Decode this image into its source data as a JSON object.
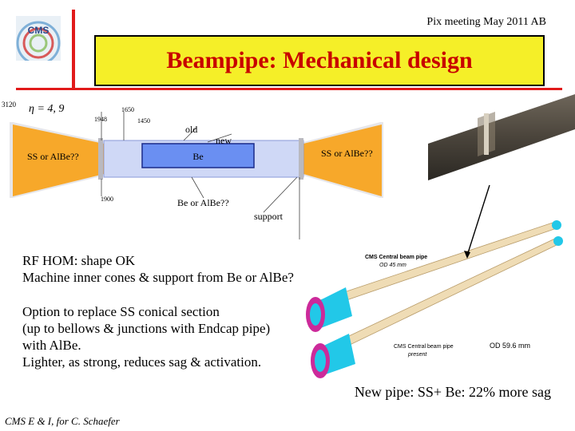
{
  "header_note": "Pix meeting May 2011 AB",
  "logo_text": "CMS",
  "title": "Beampipe: Mechanical design",
  "diagram": {
    "eta_label": "η = 4, 9",
    "dim_3120": "3120",
    "dim_1948": "1948",
    "dim_1650": "1650",
    "dim_1450": "1450",
    "dim_1900": "1900",
    "label_old": "old",
    "label_new": "new",
    "label_be": "Be",
    "label_left_cone": "SS or AlBe??",
    "label_right_cone": "SS or AlBe??",
    "label_be_or_albe": "Be or AlBe??",
    "label_support": "support"
  },
  "pipes_image": {
    "upper_label": "CMS Central beam pipe",
    "upper_sublabel": "OD 45 mm",
    "lower_label": "CMS Central beam pipe",
    "lower_sublabel": "present",
    "lower_od": "OD 59.6 mm"
  },
  "body": {
    "p1_line1": "RF HOM: shape OK",
    "p1_line2": "Machine inner cones & support from Be or AlBe?",
    "p2_line1": "Option to replace SS conical section",
    "p2_line2": "(up to bellows & junctions with Endcap pipe)",
    "p2_line3": "with AlBe.",
    "p2_line4": "Lighter, as strong, reduces sag & activation."
  },
  "bottom_note": "New pipe: SS+ Be: 22% more sag",
  "footer": "CMS E & I, for C. Schaefer",
  "colors": {
    "title_bg": "#f5ef28",
    "title_text": "#c80000",
    "accent_red": "#e11a1a",
    "cone_orange": "#f7a82a",
    "be_blue": "#6a8ff2",
    "pipe_cyan": "#22c8e8",
    "flange_magenta": "#cc2a9a"
  }
}
